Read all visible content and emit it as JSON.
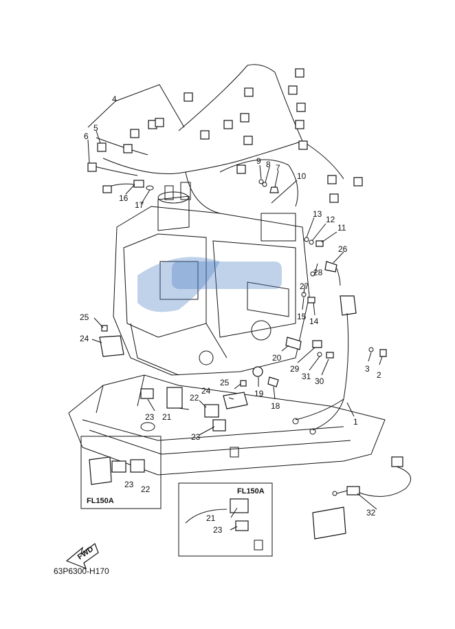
{
  "callouts": [
    {
      "n": "1"
    },
    {
      "n": "2"
    },
    {
      "n": "3"
    },
    {
      "n": "4"
    },
    {
      "n": "5"
    },
    {
      "n": "6"
    },
    {
      "n": "7"
    },
    {
      "n": "8"
    },
    {
      "n": "9"
    },
    {
      "n": "10"
    },
    {
      "n": "11"
    },
    {
      "n": "12"
    },
    {
      "n": "13"
    },
    {
      "n": "14"
    },
    {
      "n": "15"
    },
    {
      "n": "16"
    },
    {
      "n": "17"
    },
    {
      "n": "18"
    },
    {
      "n": "19"
    },
    {
      "n": "20"
    },
    {
      "n": "21"
    },
    {
      "n": "22"
    },
    {
      "n": "23"
    },
    {
      "n": "24"
    },
    {
      "n": "25"
    },
    {
      "n": "26"
    },
    {
      "n": "27"
    },
    {
      "n": "28"
    },
    {
      "n": "29"
    },
    {
      "n": "30"
    },
    {
      "n": "31"
    },
    {
      "n": "32"
    },
    {
      "n": "24"
    },
    {
      "n": "25"
    },
    {
      "n": "23"
    },
    {
      "n": "22"
    },
    {
      "n": "23"
    },
    {
      "n": "22"
    },
    {
      "n": "23"
    },
    {
      "n": "21"
    },
    {
      "n": "23"
    }
  ],
  "inset_left_label": "FL150A",
  "inset_right_label": "FL150A",
  "fwd_label": "FWD",
  "drawing_code": "63P6300-H170",
  "colors": {
    "ink": "#111111",
    "watermark": "#4a7fc4",
    "background": "#ffffff"
  }
}
